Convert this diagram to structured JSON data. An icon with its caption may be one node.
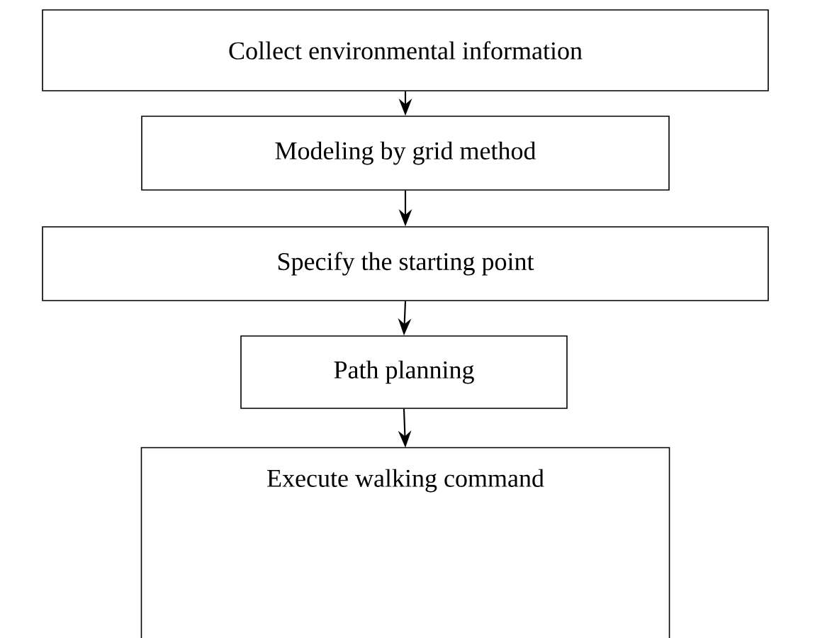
{
  "diagram": {
    "nodes": [
      {
        "text": [
          "Collect environmental information"
        ]
      },
      {
        "text": [
          "Modeling by grid method"
        ]
      },
      {
        "text": [
          "Specify the starting point"
        ]
      },
      {
        "text": [
          "Path planning"
        ]
      },
      {
        "text": [
          "Execute walking command"
        ]
      }
    ],
    "edges": [
      {
        "from": 0,
        "to": 1,
        "arrow": "to"
      },
      {
        "from": 1,
        "to": 2,
        "arrow": "to"
      },
      {
        "from": 2,
        "to": 3,
        "arrow": "to"
      },
      {
        "from": 3,
        "to": 4,
        "arrow": "to"
      }
    ]
  }
}
